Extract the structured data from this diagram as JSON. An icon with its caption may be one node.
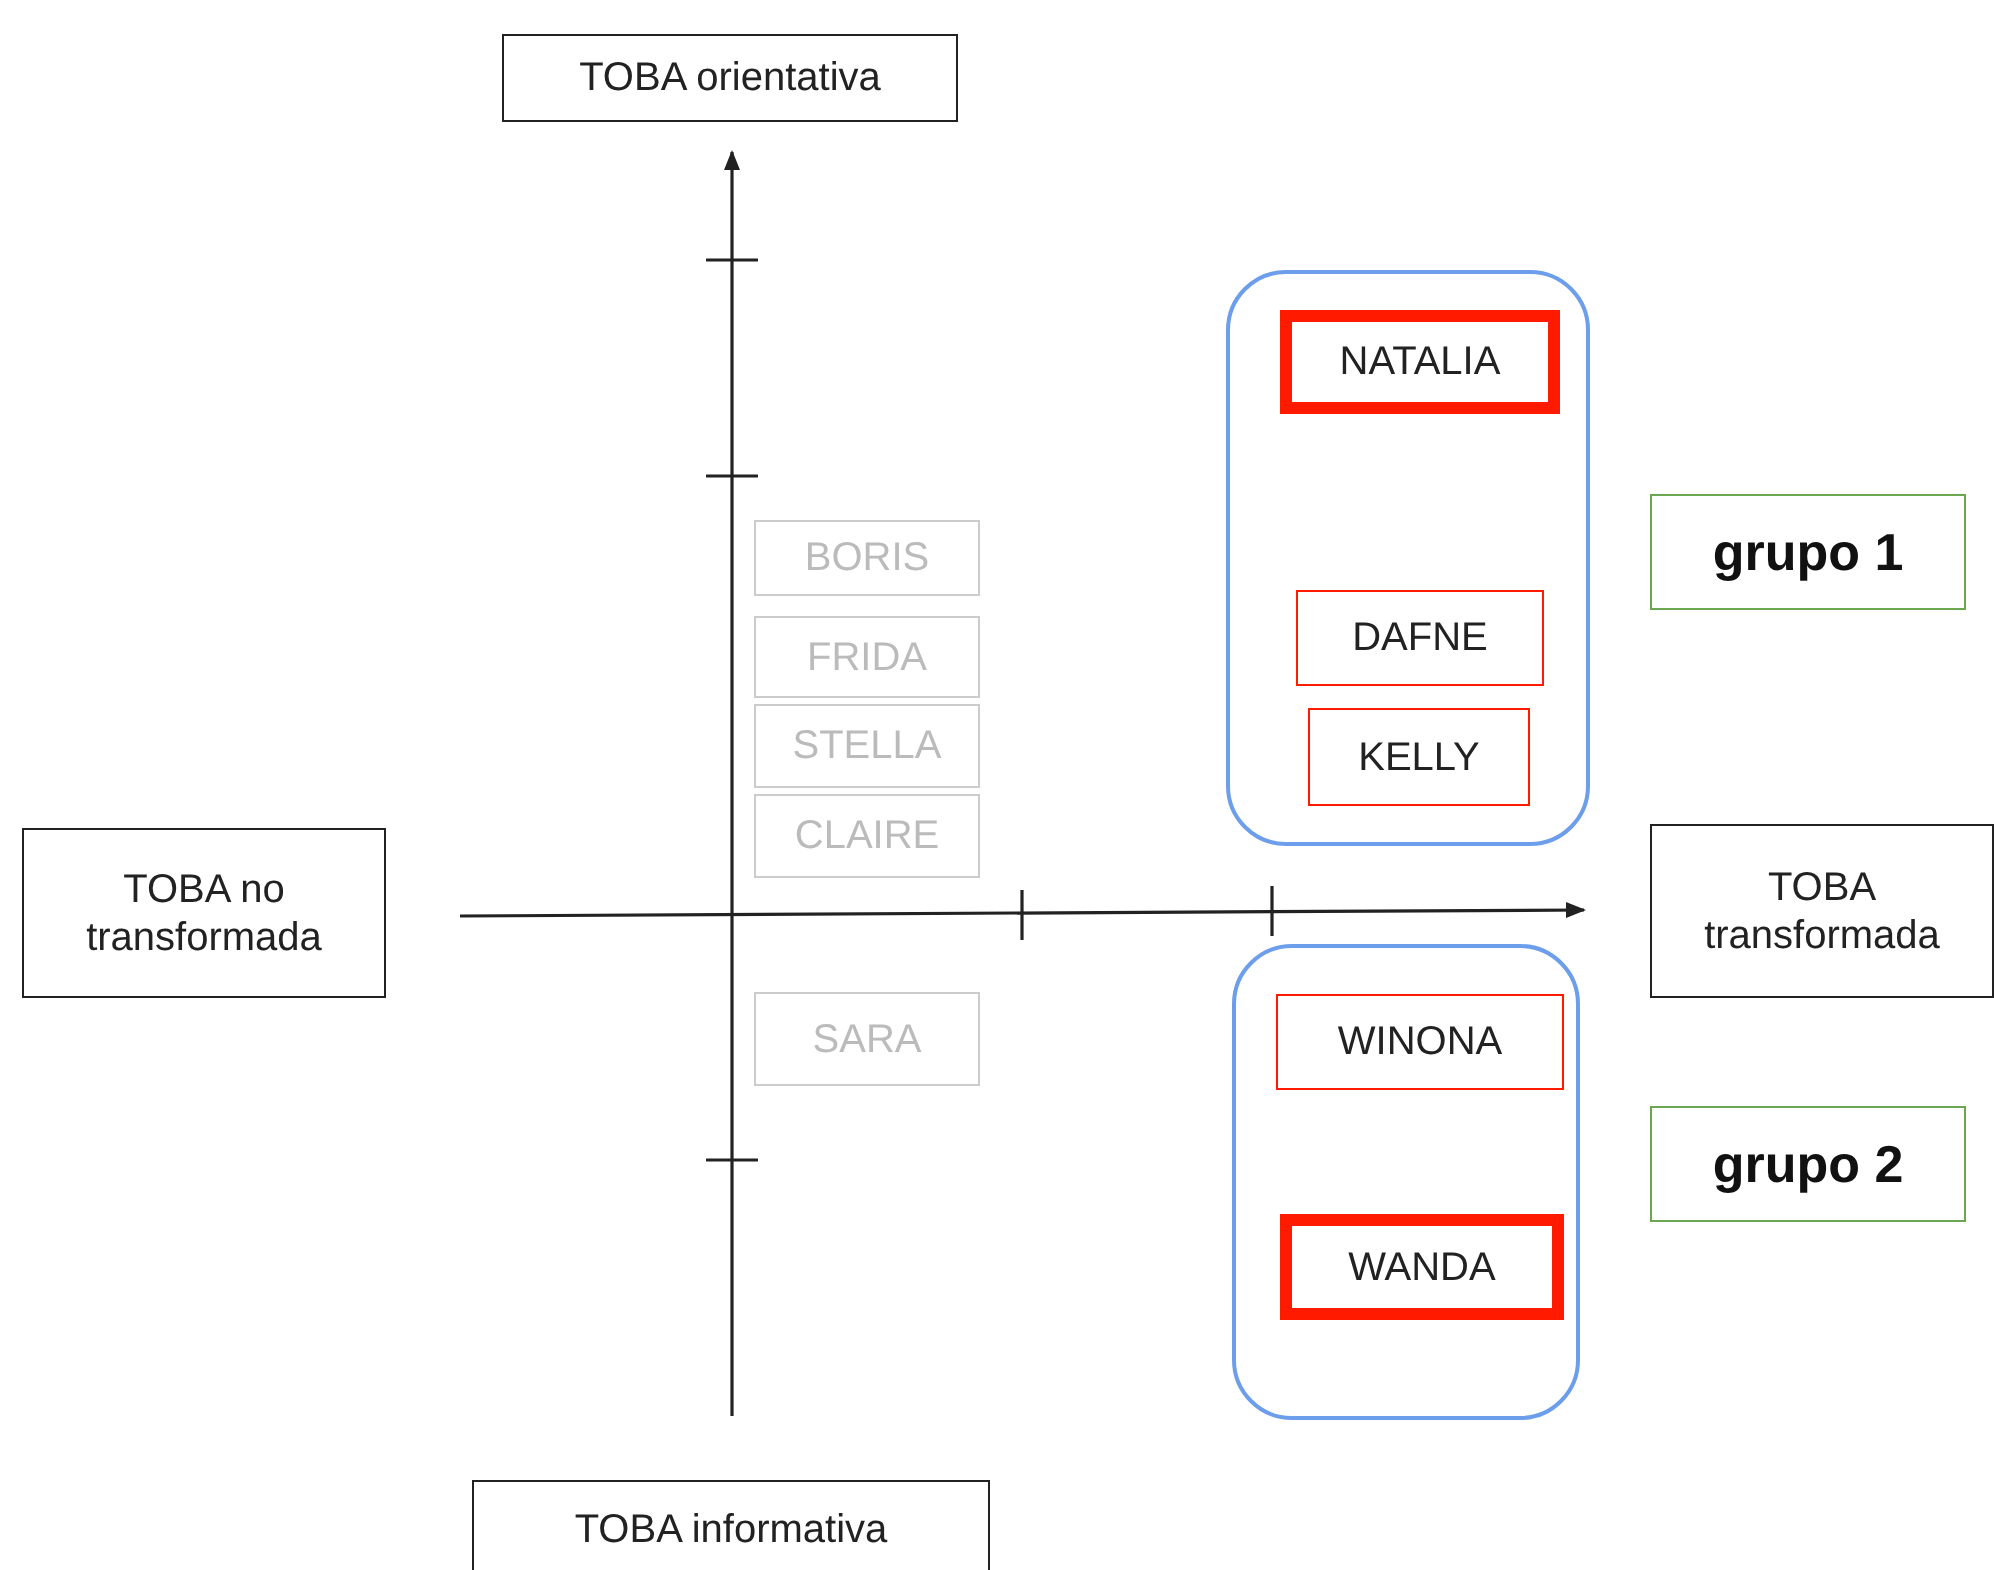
{
  "diagram": {
    "nodes": [
      {
        "text": [
          "TOBA orientativa"
        ]
      },
      {
        "text": [],
        "shape": "box"
      },
      {
        "text": [
          "NATALIA"
        ],
        "in": 1
      },
      {
        "text": [
          "grupo 1"
        ]
      },
      {
        "text": [
          "BORIS"
        ]
      },
      {
        "text": [
          "FRIDA"
        ]
      },
      {
        "text": [
          "DAFNE"
        ],
        "in": 1
      },
      {
        "text": [
          "STELLA"
        ]
      },
      {
        "text": [
          "KELLY"
        ],
        "in": 1
      },
      {
        "text": [
          "CLAIRE"
        ]
      },
      {
        "text": [
          "TOBA no transformada"
        ]
      },
      {
        "text": [
          "TOBA transformada"
        ]
      },
      {
        "text": [
          "SARA"
        ]
      },
      {
        "text": [],
        "shape": "box"
      },
      {
        "text": [
          "WINONA"
        ],
        "in": 13
      },
      {
        "text": [
          "grupo 2"
        ]
      },
      {
        "text": [
          "WANDA"
        ],
        "in": 13
      },
      {
        "text": [
          "TOBA informativa"
        ]
      }
    ]
  }
}
